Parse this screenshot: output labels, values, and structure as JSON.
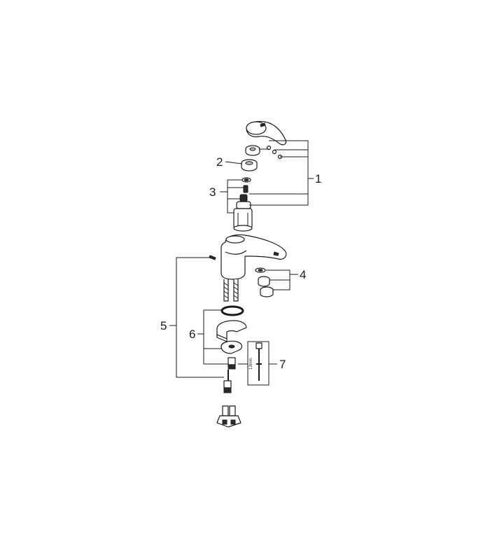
{
  "diagram": {
    "callouts": [
      {
        "id": "1",
        "label": "1"
      },
      {
        "id": "2",
        "label": "2"
      },
      {
        "id": "3",
        "label": "3"
      },
      {
        "id": "4",
        "label": "4"
      },
      {
        "id": "5",
        "label": "5"
      },
      {
        "id": "6",
        "label": "6"
      },
      {
        "id": "7",
        "label": "7"
      }
    ],
    "tool_size_label": "13mm"
  }
}
